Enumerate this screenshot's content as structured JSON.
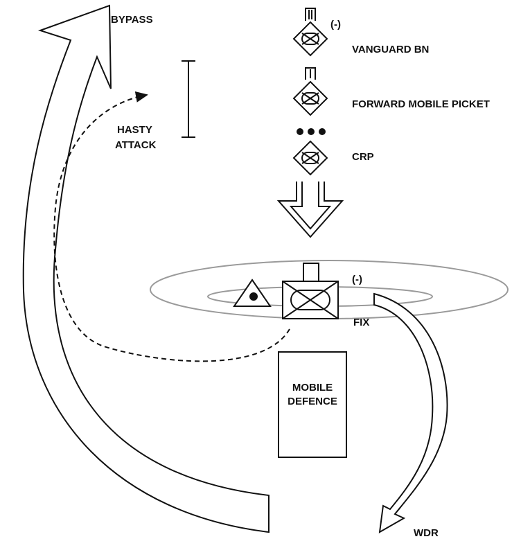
{
  "labels": {
    "bypass": "BYPASS",
    "hasty_line1": "HASTY",
    "hasty_line2": "ATTACK",
    "vanguard": "VANGUARD BN",
    "vanguard_strength": "(-)",
    "forward_picket": "FORWARD MOBILE PICKET",
    "crp": "CRP",
    "fix_strength": "(-)",
    "fix": "FIX",
    "mobile_line1": "MOBILE",
    "mobile_line2": "DEFENCE",
    "wdr": "WDR"
  },
  "colors": {
    "ink": "#111111",
    "terrain_ring": "#9a9a9a",
    "background": "#ffffff"
  }
}
